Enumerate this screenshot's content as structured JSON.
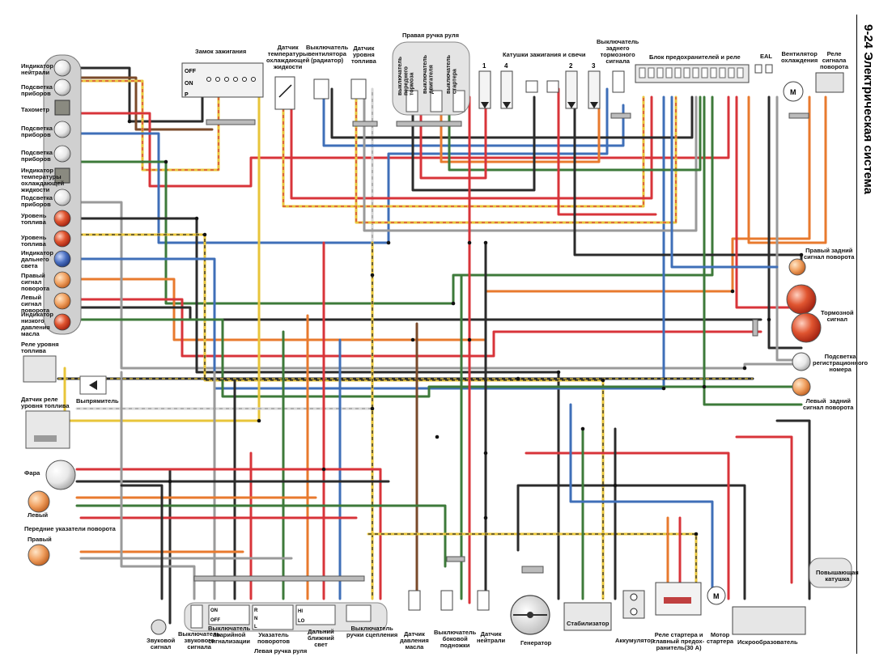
{
  "page": {
    "title": "9-24 Электрическая система"
  },
  "labels": {
    "indicator_neutral": "Индикатор\nнейтрали",
    "instrument_light_1": "Подсветка\nприборов",
    "tachometer": "Тахометр",
    "instrument_light_2": "Подсветка\nприборов",
    "instrument_light_3": "Подсветка\nприборов",
    "coolant_temp_indicator": "Индикатор\nтемпературы\nохлаждающей\nжидкости",
    "instrument_light_4": "Подсветка\nприборов",
    "fuel_level_1": "Уровень\nтоплива",
    "fuel_level_2": "Уровень\nтоплива",
    "high_beam_indicator": "Индикатор\nдальнего\nсвета",
    "right_turn_signal": "Правый\nсигнал\nповорота",
    "left_turn_signal": "Левый\nсигнал\nповорота",
    "low_oil_indicator": "Индикатор\nнизкого\nдавления\nмасла",
    "fuel_level_relay": "Реле уровня\nтоплива",
    "rectifier": "Выпрямитель",
    "fuel_relay_sensor": "Датчик реле\nуровня топлива",
    "headlight": "Фара",
    "left": "Левый",
    "front_turn_indicators": "Передние указатели поворота",
    "right": "Правый",
    "ignition_switch": "Замок зажигания",
    "coolant_temp_sensor": "Датчик\nтемпературы\nохлаждающей\nжидкости",
    "fan_switch": "Выключатель\nвентилятора\n(радиатор)",
    "fuel_level_sensor": "Датчик\nуровня\nтоплива",
    "right_handlebar": "Правая ручка руля",
    "front_brake_switch": "выключатель\nпереднего\nтормоза",
    "engine_stop_switch": "выключатель\nдвигателя",
    "starter_switch": "выключатель\nстартера",
    "ignition_coils": "Катушки зажигания и свечи",
    "rear_brake_switch": "Выключатель\nзаднего\nтормозного\nсигнала",
    "fuse_relay_box": "Блок предохранителей и реле",
    "eal": "EAL",
    "cooling_fan": "Вентилятор\nохлаждения",
    "turn_relay": "Реле\nсигнала\nповорота",
    "right_rear_turn": "Правый задний\nсигнал поворота",
    "brake_light": "Тормозной\nсигнал",
    "plate_light": "Подсветка\nрегистрационного\nномера",
    "left_rear_turn": "Левый  задний\nсигнал поворота",
    "ignition_booster_coil": "Повышающая\nкатушка",
    "horn": "Звуковой\nсигнал",
    "horn_switch": "Выключатель\nзвукового\nсигнала",
    "hazard_switch": "Выключатель\nаварийной\nсигнализации",
    "turn_switch": "Указатель\nповоротов",
    "dimmer_switch": "Дальний\nближний\nсвет",
    "clutch_switch": "Выключатель\nручки сцепления",
    "left_handlebar": "Левая ручка руля",
    "oil_pressure_sensor": "Датчик\nдавления\nмасла",
    "side_stand_switch": "Выключатель\nбоковой\nподножки",
    "neutral_sensor": "Датчик\nнейтрали",
    "generator": "Генератор",
    "regulator": "Стабилизатор",
    "battery": "Аккумулятор",
    "starter_relay": "Реле стартера и\nглавный предох-\nранитель(30 А)",
    "starter_motor": "Мотор\nстартера",
    "igniter": "Искрообразователь"
  },
  "switch_marks": {
    "off": "OFF",
    "on": "ON",
    "p": "P",
    "r": "R",
    "n": "N",
    "l": "L",
    "hi": "HI",
    "lo": "LO",
    "coil_1": "1",
    "coil_4": "4",
    "coil_2": "2",
    "coil_3": "3",
    "motor": "M"
  },
  "wire_colors": {
    "black": "#2b2b2b",
    "red": "#d8343a",
    "yellow": "#e8c53a",
    "blue": "#3f6fb8",
    "green": "#3d7a3a",
    "orange": "#e87a2e",
    "brown": "#7a4a2a",
    "gray": "#9a9a9a",
    "white": "#d6d6d6"
  }
}
